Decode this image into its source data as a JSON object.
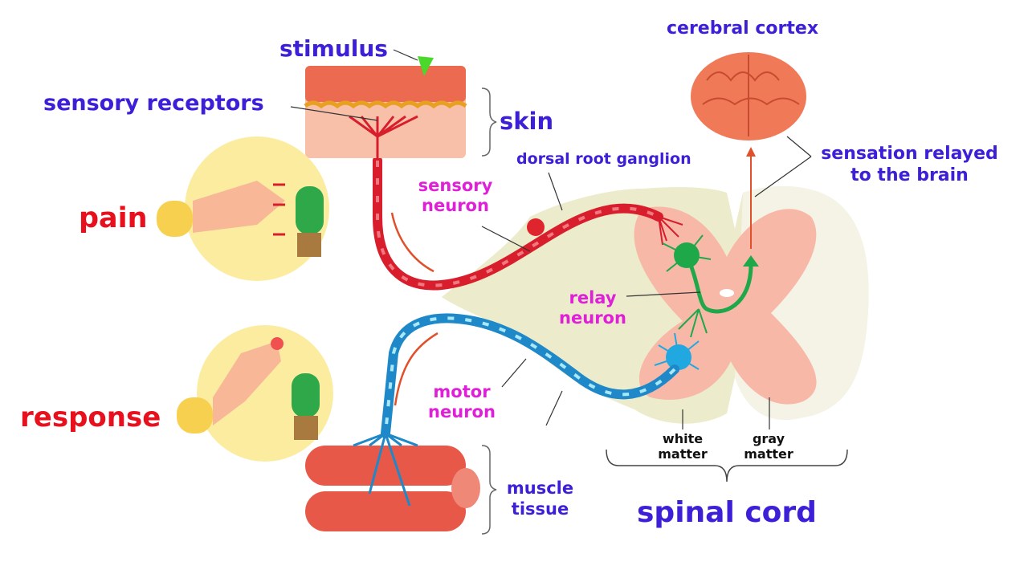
{
  "labels": {
    "stimulus": "stimulus",
    "sensory_receptors": "sensory receptors",
    "skin": "skin",
    "cerebral_cortex": "cerebral cortex",
    "dorsal_root_ganglion": "dorsal root ganglion",
    "sensation_relayed_1": "sensation relayed",
    "sensation_relayed_2": "to the brain",
    "sensory_neuron_1": "sensory",
    "sensory_neuron_2": "neuron",
    "pain": "pain",
    "relay_neuron_1": "relay",
    "relay_neuron_2": "neuron",
    "response": "response",
    "motor_neuron_1": "motor",
    "motor_neuron_2": "neuron",
    "white_matter_1": "white",
    "white_matter_2": "matter",
    "gray_matter_1": "gray",
    "gray_matter_2": "matter",
    "muscle_tissue_1": "muscle",
    "muscle_tissue_2": "tissue",
    "spinal_cord": "spinal cord"
  },
  "colors": {
    "structure_label": "#3d1fd8",
    "neuron_label": "#e020d8",
    "event_label": "#e8101c",
    "sensory_neuron": "#d81e2c",
    "relay_neuron": "#1fa84a",
    "motor_neuron": "#1e88c8",
    "gray_matter": "#f8b8a8",
    "white_matter": "#ecebcb"
  }
}
